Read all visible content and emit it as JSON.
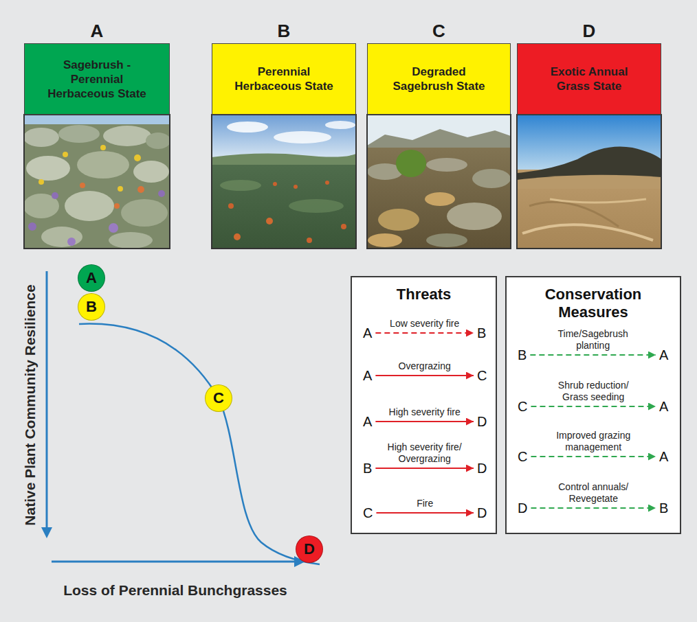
{
  "diagram": {
    "nodes": [
      {
        "text": [
          "A",
          "Sagebrush - Perennial Herbaceous State"
        ]
      },
      {
        "text": [
          "B",
          "Perennial Herbaceous State"
        ]
      },
      {
        "text": [
          "C",
          "Degraded Sagebrush State"
        ]
      },
      {
        "text": [
          "D",
          "Exotic Annual Grass State"
        ]
      },
      {
        "text": [
          "A"
        ]
      },
      {
        "text": [
          "B"
        ]
      },
      {
        "text": [
          "C"
        ]
      },
      {
        "text": [
          "D"
        ]
      },
      {
        "text": [
          "Threats"
        ]
      },
      {
        "text": [
          "A"
        ],
        "in": 8
      },
      {
        "text": [
          "B"
        ],
        "in": 8
      },
      {
        "text": [
          "A"
        ],
        "in": 8
      },
      {
        "text": [
          "C"
        ],
        "in": 8
      },
      {
        "text": [
          "A"
        ],
        "in": 8
      },
      {
        "text": [
          "D"
        ],
        "in": 8
      },
      {
        "text": [
          "B"
        ],
        "in": 8
      },
      {
        "text": [
          "D"
        ],
        "in": 8
      },
      {
        "text": [
          "C"
        ],
        "in": 8
      },
      {
        "text": [
          "D"
        ],
        "in": 8
      },
      {
        "text": [
          "Conservation Measures"
        ]
      },
      {
        "text": [
          "B"
        ],
        "in": 19
      },
      {
        "text": [
          "A"
        ],
        "in": 19
      },
      {
        "text": [
          "C"
        ],
        "in": 19
      },
      {
        "text": [
          "A"
        ],
        "in": 19
      },
      {
        "text": [
          "C"
        ],
        "in": 19
      },
      {
        "text": [
          "A"
        ],
        "in": 19
      },
      {
        "text": [
          "D"
        ],
        "in": 19
      },
      {
        "text": [
          "B"
        ],
        "in": 19
      }
    ],
    "edges": [
      {
        "from": 9,
        "to": 10,
        "arrow": "to",
        "label": "Low severity fire"
      },
      {
        "from": 11,
        "to": 12,
        "arrow": "to",
        "label": "Overgrazing"
      },
      {
        "from": 13,
        "to": 14,
        "arrow": "to",
        "label": "High severity fire"
      },
      {
        "from": 15,
        "to": 16,
        "arrow": "to",
        "label": "High severity fire/ Overgrazing"
      },
      {
        "from": 17,
        "to": 18,
        "arrow": "to",
        "label": "Fire"
      },
      {
        "from": 20,
        "to": 21,
        "arrow": "to",
        "label": "Time/Sagebrush planting"
      },
      {
        "from": 22,
        "to": 23,
        "arrow": "to",
        "label": "Shrub reduction/ Grass seeding"
      },
      {
        "from": 24,
        "to": 25,
        "arrow": "to",
        "label": "Improved grazing management"
      },
      {
        "from": 26,
        "to": 27,
        "arrow": "to",
        "label": "Control annuals/ Revegetate"
      }
    ],
    "labels": [
      "Native Plant Community Resilience",
      "Loss of Perennial Bunchgrasses"
    ]
  }
}
